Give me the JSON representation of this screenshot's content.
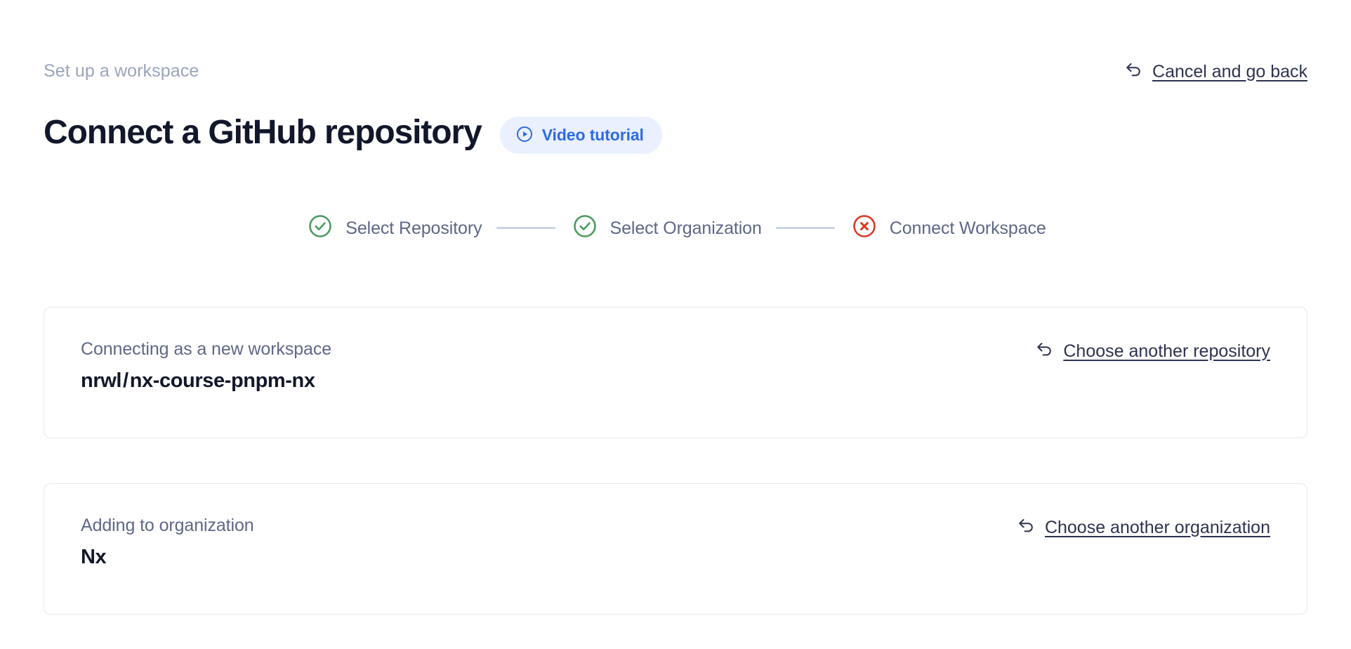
{
  "header": {
    "eyebrow": "Set up a workspace",
    "title": "Connect a GitHub repository",
    "video_badge_label": "Video tutorial",
    "video_badge_icon": "play-circle-icon",
    "cancel_label": "Cancel and go back",
    "cancel_icon": "undo-arrow-icon"
  },
  "stepper": {
    "steps": [
      {
        "label": "Select Repository",
        "state": "complete",
        "icon": "check-circle-icon"
      },
      {
        "label": "Select Organization",
        "state": "complete",
        "icon": "check-circle-icon"
      },
      {
        "label": "Connect Workspace",
        "state": "error",
        "icon": "x-circle-icon"
      }
    ]
  },
  "cards": [
    {
      "caption": "Connecting as a new workspace",
      "owner": "nrwl",
      "separator": "/",
      "repo": "nx-course-pnpm-nx",
      "action_label": "Choose another repository",
      "action_icon": "undo-arrow-icon"
    },
    {
      "caption": "Adding to organization",
      "value": "Nx",
      "action_label": "Choose another organization",
      "action_icon": "undo-arrow-icon"
    }
  ],
  "colors": {
    "accent_blue": "#2e6ae6",
    "badge_bg": "#eaf0fe",
    "success_green": "#4a9a5e",
    "error_red": "#d83a22",
    "text_primary": "#12172b",
    "text_muted": "#5e6786",
    "text_faint": "#9aa4bb",
    "card_border": "#e7e9f2",
    "connector": "#ccd3e2"
  }
}
